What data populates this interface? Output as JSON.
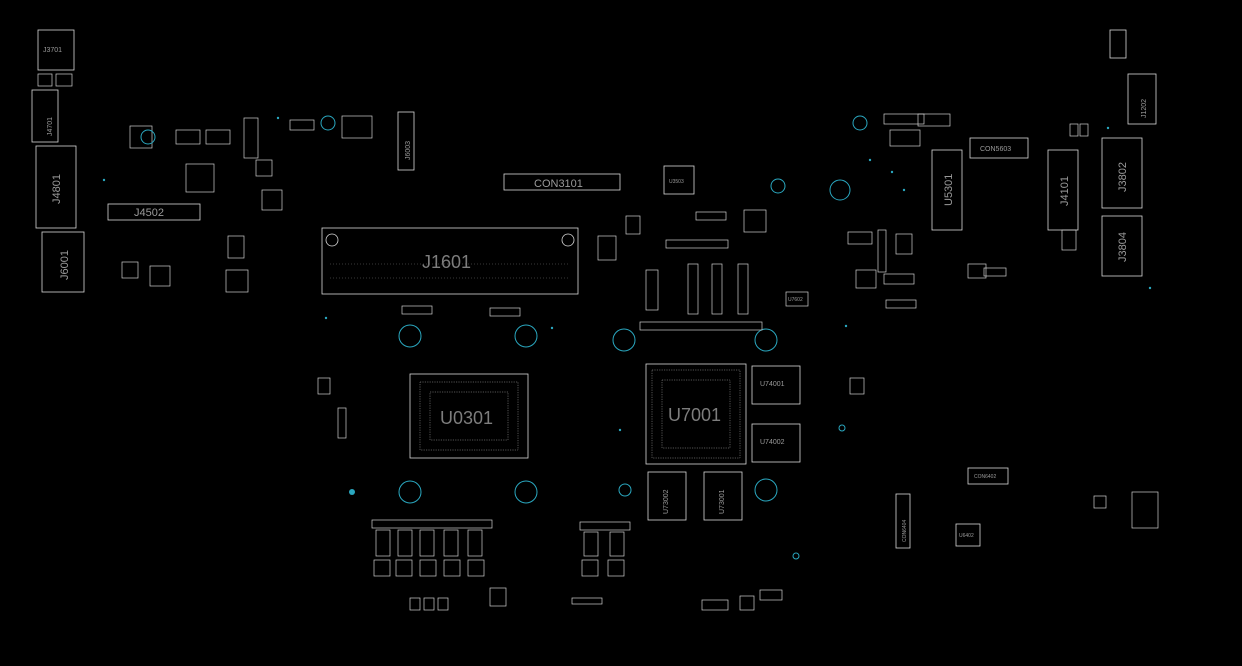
{
  "connectors": {
    "j3701": "J3701",
    "j4701": "J4701",
    "j4801": "J4801",
    "j4502": "J4502",
    "j6001": "J6001",
    "j6003": "J6003",
    "con3101": "CON3101",
    "j1601": "J1601",
    "u3503": "U3503",
    "con5603": "CON5603",
    "u5301": "U5301",
    "j4101": "J4101",
    "j3802": "J3802",
    "j3804": "J3804",
    "j1202": "J1202",
    "u0301": "U0301",
    "u7001": "U7001",
    "u74001": "U74001",
    "u74002": "U74002",
    "u73002": "U73002",
    "u73001": "U73001",
    "con6404": "CON6404",
    "con6402": "CON6402",
    "u6402": "U6402",
    "u7602": "U7602"
  },
  "colors": {
    "background": "#000000",
    "outline": "#d8d8d8",
    "via": "#2aa7bf",
    "label": "#9a9a9a"
  }
}
